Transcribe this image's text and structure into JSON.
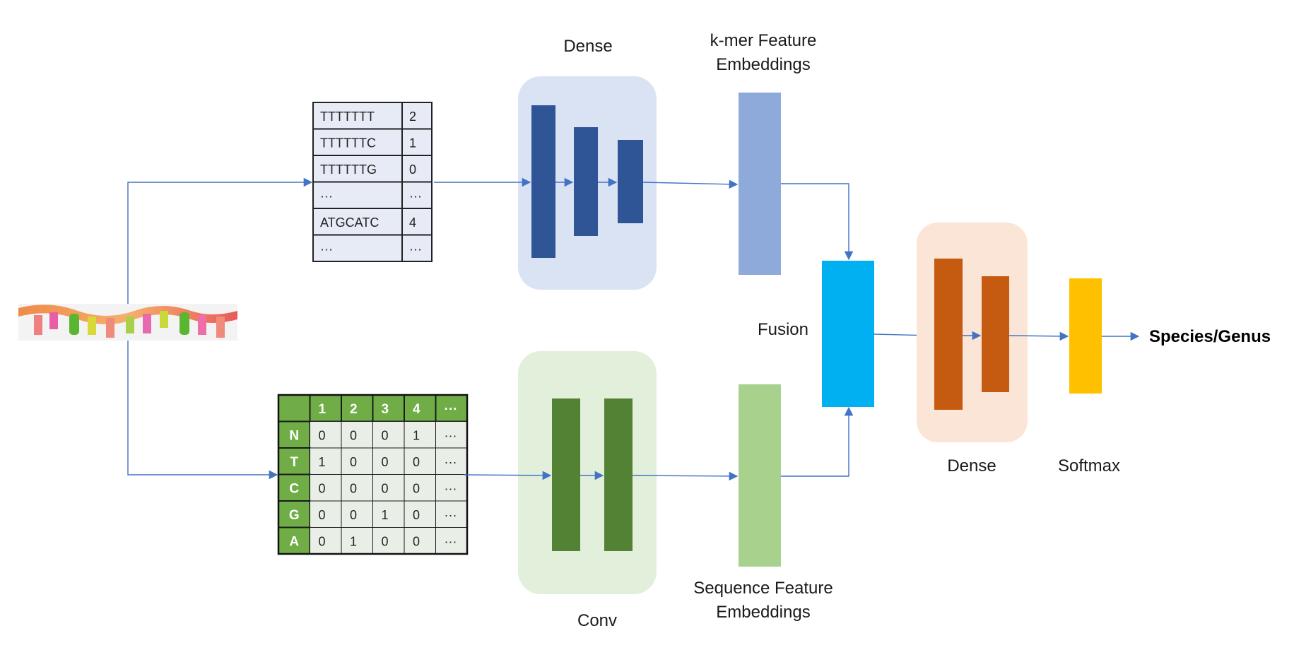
{
  "labels": {
    "dense_top": "Dense",
    "kmer_line1": "k-mer Feature",
    "kmer_line2": "Embeddings",
    "fusion": "Fusion",
    "conv": "Conv",
    "seq_line1": "Sequence Feature",
    "seq_line2": "Embeddings",
    "dense_right": "Dense",
    "softmax": "Softmax",
    "output": "Species/Genus"
  },
  "kmer_table": {
    "rows": [
      [
        "TTTTTTT",
        "2"
      ],
      [
        "TTTTTTC",
        "1"
      ],
      [
        "TTTTTTG",
        "0"
      ],
      [
        "···",
        "···"
      ],
      [
        "ATGCATC",
        "4"
      ],
      [
        "···",
        "···"
      ]
    ]
  },
  "onehot_table": {
    "header": [
      "",
      "1",
      "2",
      "3",
      "4",
      "···"
    ],
    "rows": [
      [
        "N",
        "0",
        "0",
        "0",
        "1",
        "···"
      ],
      [
        "T",
        "1",
        "0",
        "0",
        "0",
        "···"
      ],
      [
        "C",
        "0",
        "0",
        "0",
        "0",
        "···"
      ],
      [
        "G",
        "0",
        "0",
        "1",
        "0",
        "···"
      ],
      [
        "A",
        "0",
        "1",
        "0",
        "0",
        "···"
      ]
    ]
  },
  "colors": {
    "arrow": "#4472c4",
    "dense_panel": "#dae3f3",
    "dense_bar": "#2f5597",
    "kmer_embedding": "#8eaadb",
    "conv_panel": "#e2efda",
    "conv_bar": "#548235",
    "seq_embedding": "#a9d18e",
    "fusion": "#00b0f0",
    "dense_right_panel": "#fbe5d6",
    "dense_right_bar": "#c55a11",
    "softmax": "#ffc000",
    "onehot_header": "#70ad47",
    "onehot_cell": "#e9efe6",
    "kmer_cell": "#e7ebf5"
  }
}
